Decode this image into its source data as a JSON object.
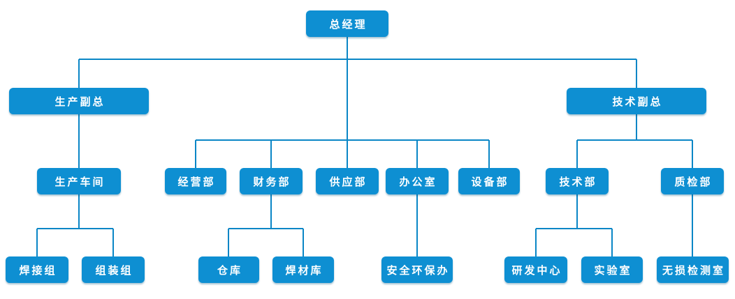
{
  "org": {
    "nodes": [
      {
        "label": "总经理"
      },
      {
        "label": "生产副总"
      },
      {
        "label": "技术副总"
      },
      {
        "label": "生产车间"
      },
      {
        "label": "经营部"
      },
      {
        "label": "财务部"
      },
      {
        "label": "供应部"
      },
      {
        "label": "办公室"
      },
      {
        "label": "设备部"
      },
      {
        "label": "技术部"
      },
      {
        "label": "质检部"
      },
      {
        "label": "焊接组"
      },
      {
        "label": "组装组"
      },
      {
        "label": "仓库"
      },
      {
        "label": "焊材库"
      },
      {
        "label": "安全环保办"
      },
      {
        "label": "研发中心"
      },
      {
        "label": "实验室"
      },
      {
        "label": "无损检测室"
      }
    ],
    "hierarchy": {
      "总经理": [
        "生产副总",
        "经营部",
        "财务部",
        "供应部",
        "办公室",
        "设备部",
        "技术副总"
      ],
      "生产副总": [
        "生产车间"
      ],
      "生产车间": [
        "焊接组",
        "组装组"
      ],
      "财务部": [
        "仓库",
        "焊材库"
      ],
      "办公室": [
        "安全环保办"
      ],
      "技术副总": [
        "技术部",
        "质检部"
      ],
      "技术部": [
        "研发中心",
        "实验室"
      ],
      "质检部": [
        "无损检测室"
      ]
    }
  },
  "colors": {
    "node_fill": "#0E8FD2",
    "node_text": "#FFFFFF",
    "connector": "#0A86C6",
    "background": "#FFFFFF"
  }
}
